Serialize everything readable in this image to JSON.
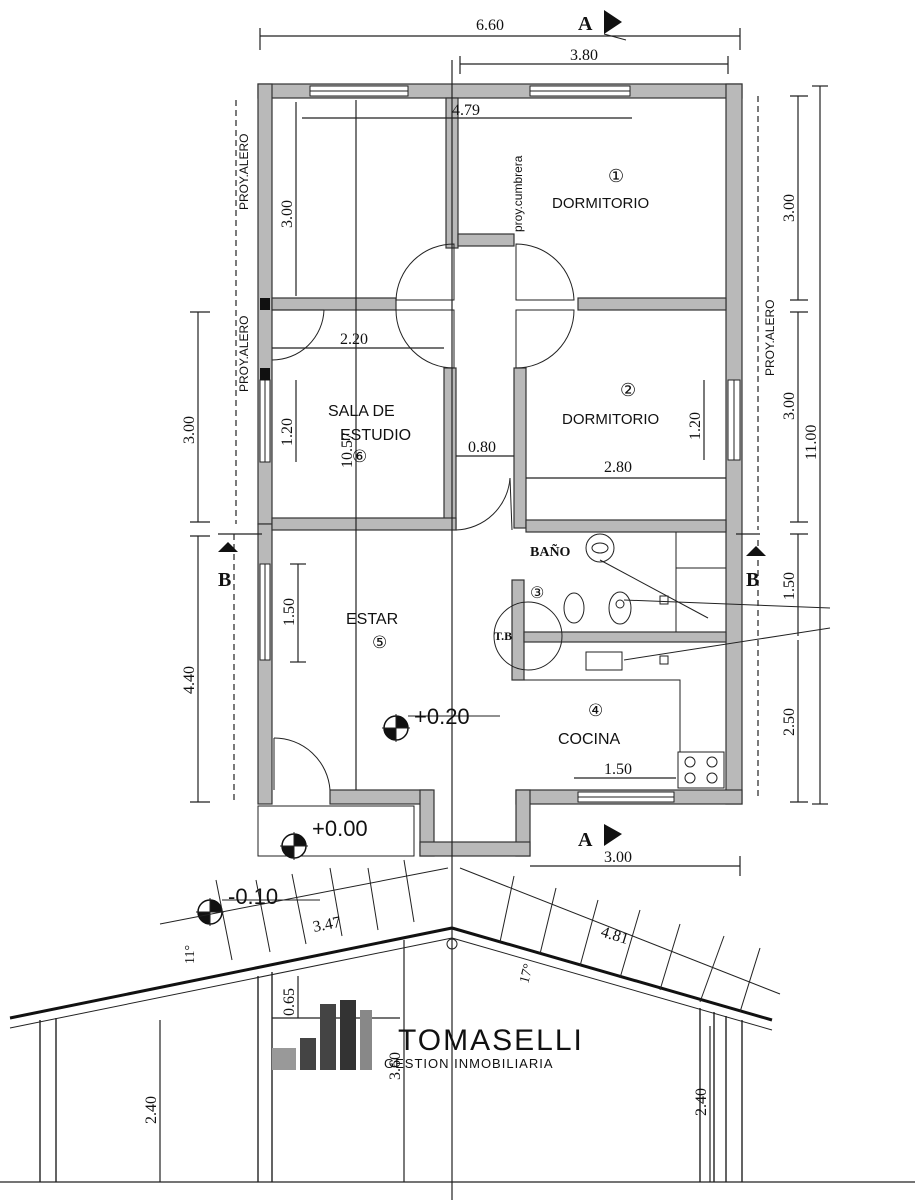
{
  "rooms": {
    "dormitorio1": {
      "number": "①",
      "name": "DORMITORIO"
    },
    "dormitorio2": {
      "number": "②",
      "name": "DORMITORIO"
    },
    "sala": {
      "line1": "SALA DE",
      "line2": "ESTUDIO",
      "number": "⑥"
    },
    "estar": {
      "name": "ESTAR",
      "number": "⑤"
    },
    "bano": {
      "name": "BAÑO",
      "number": "③"
    },
    "cocina": {
      "number": "④",
      "name": "COCINA"
    }
  },
  "dimensions": {
    "overall_width": "6.60",
    "top_right": "3.80",
    "ridge_length": "4.79",
    "dorm1_height": "3.00",
    "left_room_height": "3.00",
    "sala_width": "2.20",
    "sala_window": "1.20",
    "sala_height": "10.57",
    "hall_width": "0.80",
    "dorm2_window": "1.20",
    "dorm2_width": "2.80",
    "right_dorm2_height": "3.00",
    "total_height": "11.00",
    "estar_window": "1.50",
    "estar_height": "4.40",
    "bano_height": "1.50",
    "cocina_height": "2.50",
    "cocina_window": "1.50",
    "bottom_right": "3.00"
  },
  "levels": {
    "floor": "+0.20",
    "exterior": "+0.00",
    "ground": "-0.10"
  },
  "labels": {
    "proy_alero": "PROY.ALERO",
    "proy_cumbrera": "proy.cumbrera",
    "tb": "T.B",
    "section_a": "A",
    "section_b": "B"
  },
  "section": {
    "left_rafter": "3.47",
    "right_rafter": "4.81",
    "left_slope": "11°",
    "right_slope": "17°",
    "wall_offset": "0.65",
    "ridge_height": "3.60",
    "left_height": "2.40",
    "right_height": "2.40"
  },
  "logo": {
    "name": "TOMASELLI",
    "tagline": "GESTION INMOBILIARIA"
  }
}
